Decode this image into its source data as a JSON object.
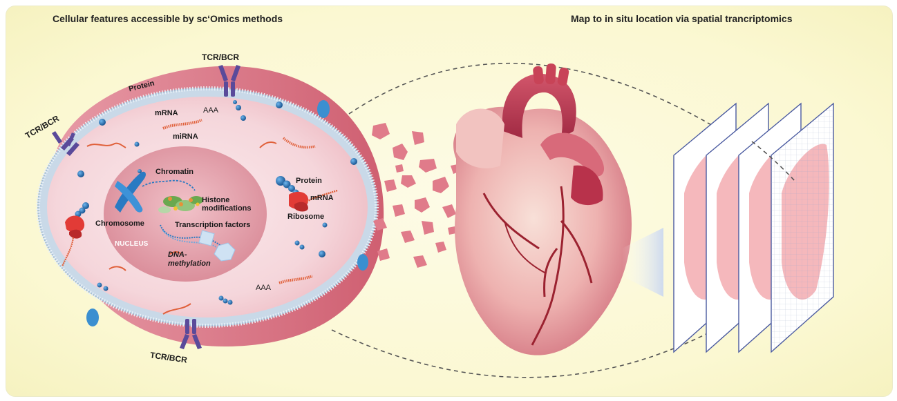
{
  "titles": {
    "left": "Cellular features accessible by sc‘Omics methods",
    "right": "Map to in situ location via spatial trancriptomics"
  },
  "cell_labels": {
    "protein_membrane": "Protein",
    "tcr_top": "TCR/BCR",
    "tcr_left": "TCR/BCR",
    "tcr_bottom": "TCR/BCR",
    "mrna": "mRNA",
    "aaa_top": "AAA",
    "mirna": "miRNA",
    "chromatin": "Chromatin",
    "histone": "Histone\nmodifications",
    "chromosome": "Chromosome",
    "transcription_factors": "Transcription factors",
    "nucleus": "NUCLEUS",
    "dna_methylation": "DNA-\nmethylation",
    "protein_ribosome": "Protein",
    "mrna_ribosome": "mRNA",
    "ribosome": "Ribosome",
    "aaa_bottom": "AAA"
  },
  "colors": {
    "background": "#fbf8d2",
    "cytoplasm": "#f6dce0",
    "nucleus": "#e39aa5",
    "membrane": "#b9cfe0",
    "molecule_blue": "#1f6fb5",
    "receptor_purple": "#5a4a9a",
    "rna_red": "#e0603a",
    "slice_pink": "#f5b8bc",
    "slice_border": "#4a5aa0"
  }
}
